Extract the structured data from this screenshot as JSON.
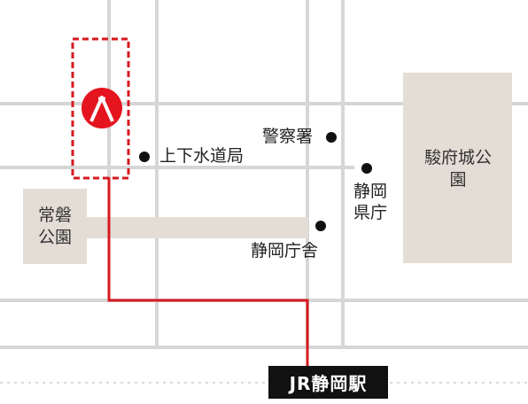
{
  "map": {
    "colors": {
      "road": "#d6d6d6",
      "park": "#e4ddd5",
      "route": "#d71920",
      "marker": "#e4151f",
      "station_bg": "#111111"
    },
    "landmarks": {
      "water_bureau": "上下水道局",
      "police": "警察署",
      "pref_office": "静岡県庁",
      "city_hall": "静岡庁舎"
    },
    "parks": {
      "sunpu": "駿府城公園",
      "tokiwa": "常磐公園"
    },
    "station": "JR静岡駅",
    "marker_icon": "destination-logo-icon"
  }
}
